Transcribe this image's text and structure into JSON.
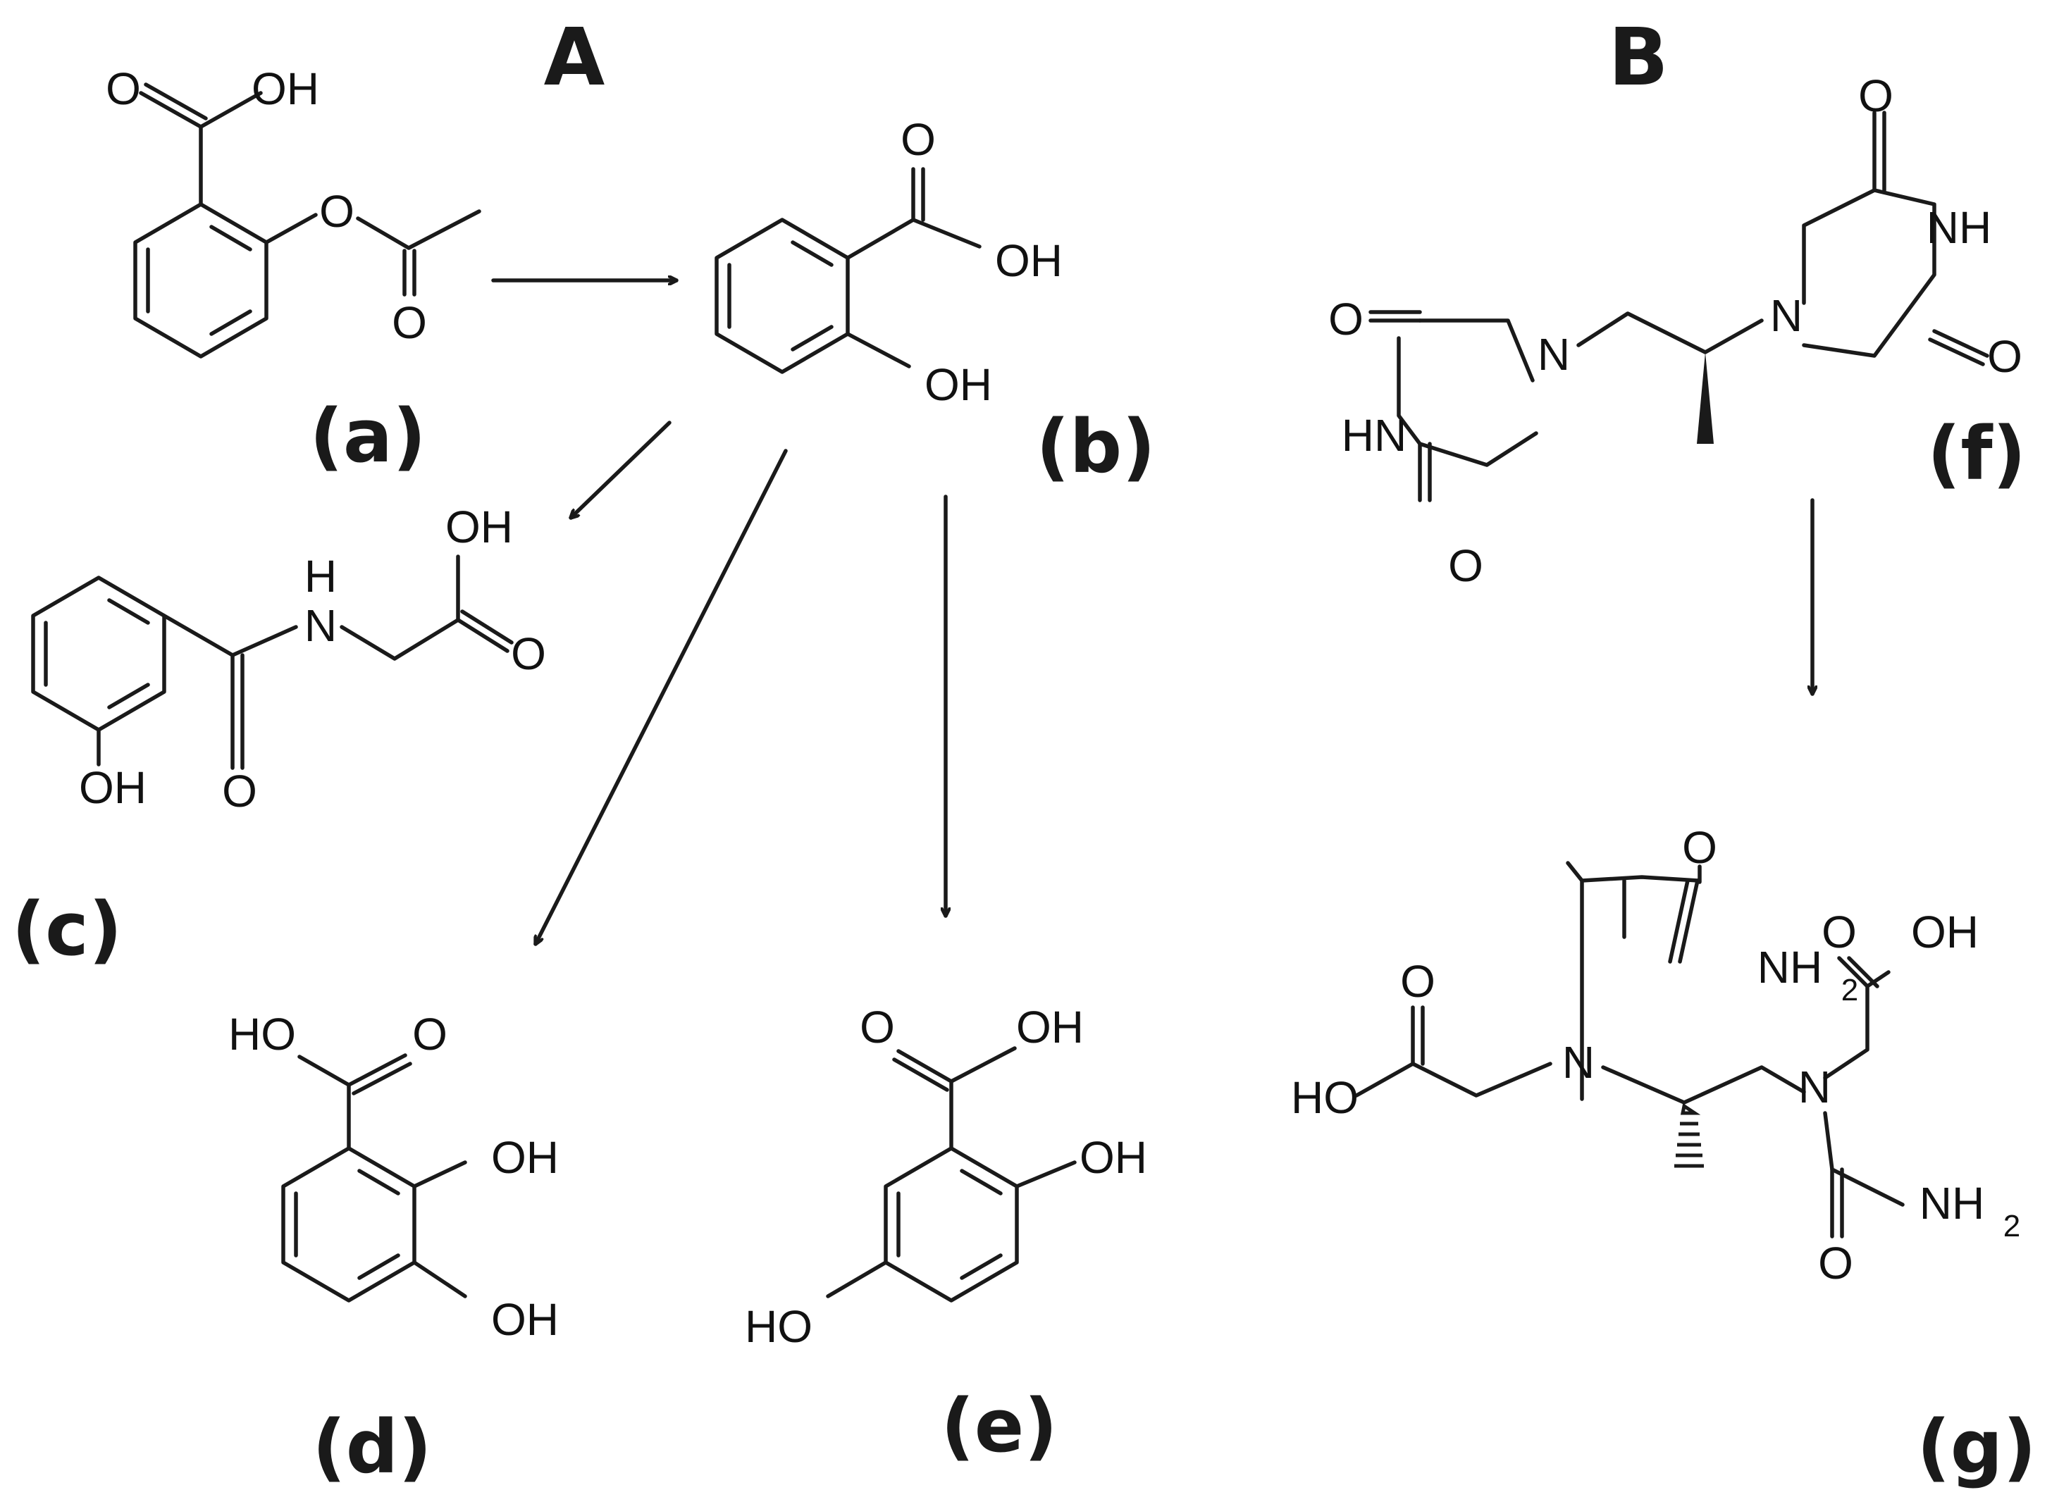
{
  "panels": {
    "A": "A",
    "B": "B"
  },
  "labels": {
    "a": "(a)",
    "b": "(b)",
    "c": "(c)",
    "d": "(d)",
    "e": "(e)",
    "f": "(f)",
    "g": "(g)"
  },
  "atoms": {
    "O": "O",
    "OH": "OH",
    "HO": "HO",
    "H": "H",
    "N": "N",
    "NH": "NH",
    "HN": "HN",
    "sub2": "2"
  },
  "colors": {
    "ink": "#1a1a1a",
    "background": "#ffffff"
  }
}
